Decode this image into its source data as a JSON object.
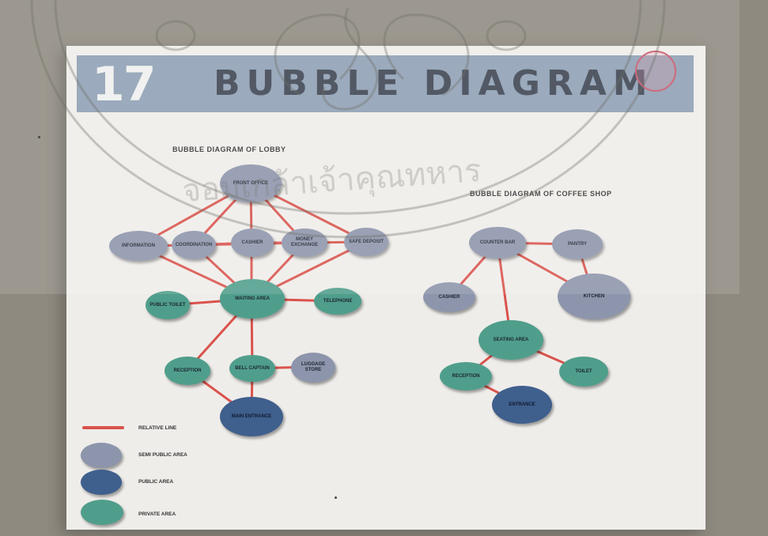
{
  "title": {
    "number": "17",
    "text": "BUBBLE  DIAGRAM"
  },
  "watermark": {
    "text": "จอมเกล้าเจ้าคุณทหาร"
  },
  "lobby": {
    "heading": "BUBBLE DIAGRAM OF LOBBY",
    "nodes": {
      "front_office": "FRONT OFFICE",
      "information": "INFORMATION",
      "coordination": "COORDINATION",
      "cashier": "CASHIER",
      "money_exchange": "MONEY EXCHANGE",
      "safe_deposit": "SAFE DEPOSIT",
      "public_toilet": "PUBLIC TOILET",
      "waiting_area": "WAITING AREA",
      "telephone": "TELEPHONE",
      "reception": "RECEPTION",
      "bell_captain": "BELL CAPTAIN",
      "luggage_store": "LUGGAGE STORE",
      "main_entrance": "MAIN ENTRANCE"
    }
  },
  "coffee_shop": {
    "heading": "BUBBLE DIAGRAM OF COFFEE SHOP",
    "nodes": {
      "counter_bar": "COUNTER BAR",
      "pantry": "PANTRY",
      "cashier": "CASHIER",
      "kitchen": "KITCHEN",
      "seating_area": "SEATING AREA",
      "reception": "RECEPTION",
      "toilet": "TOILET",
      "entrance": "ENTRANCE"
    }
  },
  "legend": {
    "relative_line": "RELATIVE LINE",
    "semi_public": "SEMI PUBLIC AREA",
    "public": "PUBLIC AREA",
    "private": "PRIVATE AREA"
  },
  "colors": {
    "line": "#d9534c",
    "semi_public": "#8c95ab",
    "public": "#3f5f8d",
    "private": "#4f9e8b",
    "title_band": "#8e9fb3"
  }
}
